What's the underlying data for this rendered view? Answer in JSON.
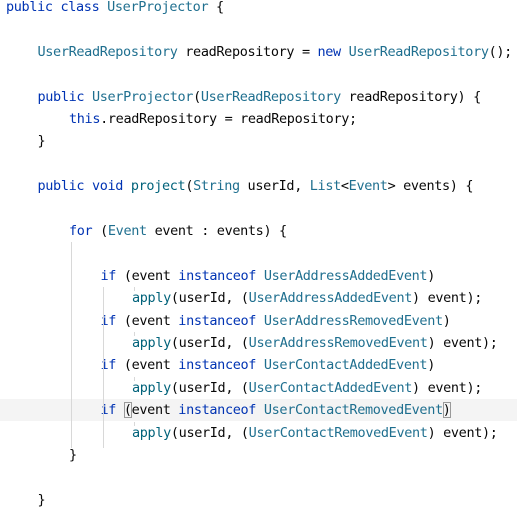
{
  "colors": {
    "keyword": "#0033b3",
    "type": "#1f6f8f",
    "field": "#871094",
    "method": "#00627a",
    "plain": "#080808",
    "line_highlight": "#f4f4f4",
    "indent_guide": "#d8d8d8"
  },
  "lines": [
    {
      "indent": 0,
      "tokens": [
        {
          "t": "public",
          "k": "kw"
        },
        {
          "t": " ",
          "k": "plain"
        },
        {
          "t": "class",
          "k": "kw"
        },
        {
          "t": " ",
          "k": "plain"
        },
        {
          "t": "UserProjector",
          "k": "type"
        },
        {
          "t": " {",
          "k": "plain"
        }
      ]
    },
    {
      "indent": 0,
      "tokens": []
    },
    {
      "indent": 1,
      "tokens": [
        {
          "t": "UserReadRepository",
          "k": "type"
        },
        {
          "t": " readRepository = ",
          "k": "plain"
        },
        {
          "t": "new",
          "k": "kw"
        },
        {
          "t": " ",
          "k": "plain"
        },
        {
          "t": "UserReadRepository",
          "k": "type"
        },
        {
          "t": "();",
          "k": "plain"
        }
      ]
    },
    {
      "indent": 0,
      "tokens": []
    },
    {
      "indent": 1,
      "tokens": [
        {
          "t": "public",
          "k": "kw"
        },
        {
          "t": " ",
          "k": "plain"
        },
        {
          "t": "UserProjector",
          "k": "type"
        },
        {
          "t": "(",
          "k": "plain"
        },
        {
          "t": "UserReadRepository",
          "k": "type"
        },
        {
          "t": " readRepository) {",
          "k": "plain"
        }
      ]
    },
    {
      "indent": 2,
      "tokens": [
        {
          "t": "this",
          "k": "kw"
        },
        {
          "t": ".readRepository = readRepository;",
          "k": "plain"
        }
      ]
    },
    {
      "indent": 1,
      "tokens": [
        {
          "t": "}",
          "k": "plain"
        }
      ]
    },
    {
      "indent": 0,
      "tokens": []
    },
    {
      "indent": 1,
      "tokens": [
        {
          "t": "public",
          "k": "kw"
        },
        {
          "t": " ",
          "k": "plain"
        },
        {
          "t": "void",
          "k": "kw"
        },
        {
          "t": " ",
          "k": "plain"
        },
        {
          "t": "project",
          "k": "method"
        },
        {
          "t": "(",
          "k": "plain"
        },
        {
          "t": "String",
          "k": "type"
        },
        {
          "t": " userId, ",
          "k": "plain"
        },
        {
          "t": "List",
          "k": "type"
        },
        {
          "t": "<",
          "k": "plain"
        },
        {
          "t": "Event",
          "k": "type"
        },
        {
          "t": "> events) {",
          "k": "plain"
        }
      ]
    },
    {
      "indent": 0,
      "tokens": []
    },
    {
      "indent": 2,
      "tokens": [
        {
          "t": "for",
          "k": "kw"
        },
        {
          "t": " (",
          "k": "plain"
        },
        {
          "t": "Event",
          "k": "type"
        },
        {
          "t": " event : events) {",
          "k": "plain"
        }
      ]
    },
    {
      "indent": 0,
      "tokens": []
    },
    {
      "indent": 3,
      "tokens": [
        {
          "t": "if",
          "k": "kw"
        },
        {
          "t": " (event ",
          "k": "plain"
        },
        {
          "t": "instanceof",
          "k": "kw"
        },
        {
          "t": " ",
          "k": "plain"
        },
        {
          "t": "UserAddressAddedEvent",
          "k": "type"
        },
        {
          "t": ")",
          "k": "plain"
        }
      ]
    },
    {
      "indent": 4,
      "tokens": [
        {
          "t": "apply",
          "k": "method"
        },
        {
          "t": "(userId, (",
          "k": "plain"
        },
        {
          "t": "UserAddressAddedEvent",
          "k": "type"
        },
        {
          "t": ") event);",
          "k": "plain"
        }
      ]
    },
    {
      "indent": 3,
      "tokens": [
        {
          "t": "if",
          "k": "kw"
        },
        {
          "t": " (event ",
          "k": "plain"
        },
        {
          "t": "instanceof",
          "k": "kw"
        },
        {
          "t": " ",
          "k": "plain"
        },
        {
          "t": "UserAddressRemovedEvent",
          "k": "type"
        },
        {
          "t": ")",
          "k": "plain"
        }
      ]
    },
    {
      "indent": 4,
      "tokens": [
        {
          "t": "apply",
          "k": "method"
        },
        {
          "t": "(userId, (",
          "k": "plain"
        },
        {
          "t": "UserAddressRemovedEvent",
          "k": "type"
        },
        {
          "t": ") event);",
          "k": "plain"
        }
      ]
    },
    {
      "indent": 3,
      "tokens": [
        {
          "t": "if",
          "k": "kw"
        },
        {
          "t": " (event ",
          "k": "plain"
        },
        {
          "t": "instanceof",
          "k": "kw"
        },
        {
          "t": " ",
          "k": "plain"
        },
        {
          "t": "UserContactAddedEvent",
          "k": "type"
        },
        {
          "t": ")",
          "k": "plain"
        }
      ]
    },
    {
      "indent": 4,
      "tokens": [
        {
          "t": "apply",
          "k": "method"
        },
        {
          "t": "(userId, (",
          "k": "plain"
        },
        {
          "t": "UserContactAddedEvent",
          "k": "type"
        },
        {
          "t": ") event);",
          "k": "plain"
        }
      ]
    },
    {
      "indent": 3,
      "highlight": true,
      "tokens": [
        {
          "t": "if",
          "k": "kw"
        },
        {
          "t": " ",
          "k": "plain"
        },
        {
          "t": "(",
          "k": "plain",
          "box": true
        },
        {
          "t": "event ",
          "k": "plain"
        },
        {
          "t": "instanceof",
          "k": "kw"
        },
        {
          "t": " ",
          "k": "plain"
        },
        {
          "t": "UserContactRemovedEvent",
          "k": "type"
        },
        {
          "t": ")",
          "k": "plain",
          "box": true
        }
      ]
    },
    {
      "indent": 4,
      "tokens": [
        {
          "t": "apply",
          "k": "method"
        },
        {
          "t": "(userId, (",
          "k": "plain"
        },
        {
          "t": "UserContactRemovedEvent",
          "k": "type"
        },
        {
          "t": ") event);",
          "k": "plain"
        }
      ]
    },
    {
      "indent": 2,
      "tokens": [
        {
          "t": "}",
          "k": "plain"
        }
      ]
    },
    {
      "indent": 0,
      "tokens": []
    },
    {
      "indent": 1,
      "tokens": [
        {
          "t": "}",
          "k": "plain"
        }
      ]
    }
  ]
}
